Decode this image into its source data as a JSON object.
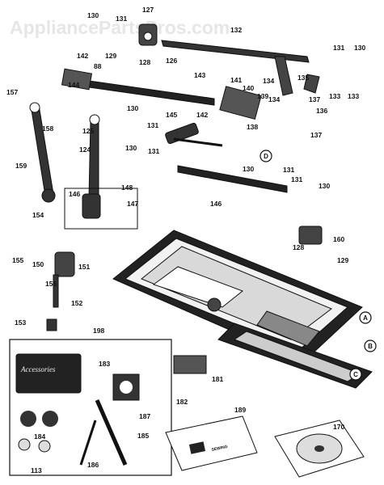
{
  "watermark": "AppliancePartsPros.com",
  "part_labels": [
    "130",
    "131",
    "127",
    "132",
    "131",
    "130",
    "142",
    "129",
    "128",
    "126",
    "88",
    "144",
    "143",
    "134",
    "135",
    "133",
    "141",
    "140",
    "139",
    "134",
    "137",
    "133",
    "157",
    "130",
    "142",
    "145",
    "136",
    "138",
    "158",
    "125",
    "131",
    "137",
    "124",
    "130",
    "131",
    "130",
    "131",
    "131",
    "159",
    "146",
    "148",
    "146",
    "147",
    "130",
    "154",
    "160",
    "128",
    "156",
    "155",
    "150",
    "129",
    "151",
    "152",
    "153",
    "198",
    "183",
    "181",
    "182",
    "187",
    "189",
    "184",
    "185",
    "186",
    "113",
    "170"
  ],
  "callouts": [
    "A",
    "B",
    "C",
    "D"
  ],
  "accessories_box_text": "Accessories",
  "manual_text": "SEWING"
}
